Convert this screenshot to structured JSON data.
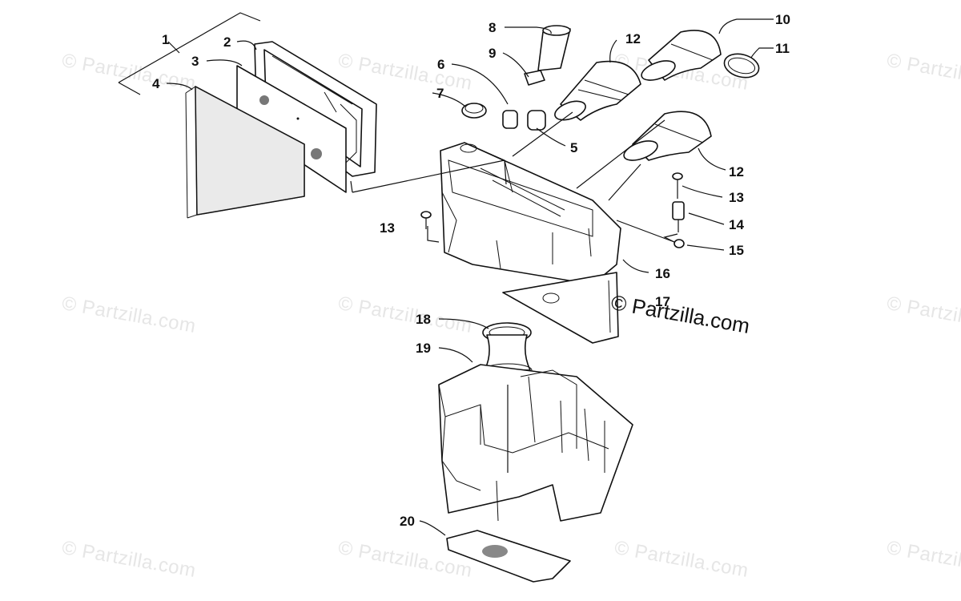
{
  "watermark": {
    "text": "© Partzilla.com",
    "main_text": "© Partzilla.com"
  },
  "labels": [
    {
      "id": "1",
      "text": "1"
    },
    {
      "id": "2",
      "text": "2"
    },
    {
      "id": "3",
      "text": "3"
    },
    {
      "id": "4",
      "text": "4"
    },
    {
      "id": "5",
      "text": "5"
    },
    {
      "id": "6",
      "text": "6"
    },
    {
      "id": "7",
      "text": "7"
    },
    {
      "id": "8",
      "text": "8"
    },
    {
      "id": "9",
      "text": "9"
    },
    {
      "id": "10",
      "text": "10"
    },
    {
      "id": "11",
      "text": "11"
    },
    {
      "id": "12a",
      "text": "12"
    },
    {
      "id": "12b",
      "text": "12"
    },
    {
      "id": "13a",
      "text": "13"
    },
    {
      "id": "13b",
      "text": "13"
    },
    {
      "id": "14",
      "text": "14"
    },
    {
      "id": "15",
      "text": "15"
    },
    {
      "id": "16",
      "text": "16"
    },
    {
      "id": "17",
      "text": "17"
    },
    {
      "id": "18",
      "text": "18"
    },
    {
      "id": "19",
      "text": "19"
    },
    {
      "id": "20",
      "text": "20"
    }
  ]
}
